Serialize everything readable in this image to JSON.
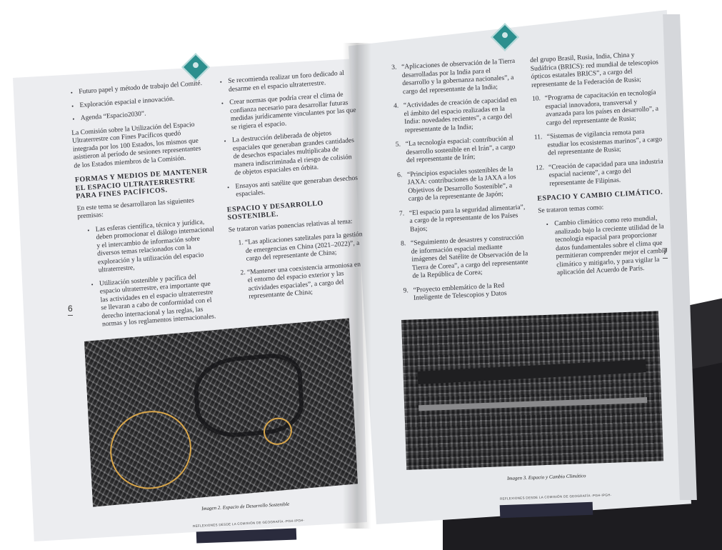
{
  "left_page": {
    "page_number": "6",
    "col1": {
      "bullets_top": [
        "Futuro papel y método de trabajo del Comité.",
        "Exploración espacial e innovación.",
        "Agenda “Espacio2030”."
      ],
      "para1": "La Comisión sobre la Utilización del Espacio Ultraterrestre con Fines Pacíficos quedó integrada por los 100 Estados, los mismos que asistieron al período de sesiones representantes de los Estados miembros de la Comisión.",
      "heading": "FORMAS Y MEDIOS DE MANTENER EL ESPACIO ULTRATERRESTRE PARA FINES PACÍFICOS.",
      "intro": "En este tema se desarrollaron las siguientes premisas:",
      "bullets": [
        "Las esferas científica, técnica y jurídica, deben promocionar el diálogo internacional y el intercambio de información sobre diversos temas relacionados con la exploración y la utilización del espacio ultraterrestre,",
        "Utilización sostenible y pacífica del espacio ultraterrestre, era importante que las actividades en el espacio ultraterrestre se llevaran a cabo de conformidad con el derecho internacional y las reglas, las normas y los reglamentos internacionales."
      ]
    },
    "col2": {
      "bullets": [
        "Se recomienda realizar un foro dedicado al desarme en el espacio ultraterrestre.",
        "Crear normas que podría crear el clima de confianza necesario para desarrollar futuras medidas jurídicamente vinculantes por las que se rigiera el espacio.",
        "La destrucción deliberada de objetos espaciales que generaban grandes cantidades de desechos espaciales multiplicaba de manera indiscriminada el riesgo de colisión de objetos espaciales en órbita.",
        "Ensayos anti satélite que generaban desechos espaciales."
      ],
      "heading": "ESPACIO Y DESARROLLO SOSTENIBLE.",
      "intro": "Se trataron varias ponencias relativas al tema:",
      "numbered": [
        "“Las aplicaciones satelitales para la gestión de emergencias en China (2021–2022)”, a cargo del representante de China;",
        "“Mantener una coexistencia armoniosa en el entorno del espacio exterior y las actividades espaciales”, a cargo del representante de China;"
      ]
    },
    "caption": "Imagen 2. Espacio de Desarrollo Sostenible",
    "footer": "REFLEXIONES DESDE LA COMISIÓN DE GEOGRAFÍA -PGH-IPGH-"
  },
  "right_page": {
    "page_number": "7",
    "col1": {
      "numbered": [
        {
          "n": "3.",
          "text": "“Aplicaciones de observación de la Tierra desarrolladas por la India para el desarrollo y la gobernanza nacionales”, a cargo del representante de la India;"
        },
        {
          "n": "4.",
          "text": "“Actividades de creación de capacidad en el ámbito del espacio realizadas en la India: novedades recientes”, a cargo del representante de la India;"
        },
        {
          "n": "5.",
          "text": "“La tecnología espacial: contribución al desarrollo sostenible en el Irán”, a cargo del representante de Irán;"
        },
        {
          "n": "6.",
          "text": "“Principios espaciales sostenibles de la JAXA: contribuciones de la JAXA a los Objetivos de Desarrollo Sostenible”, a cargo de la representante de Japón;"
        },
        {
          "n": "7.",
          "text": "“El espacio para la seguridad alimentaria”, a cargo de la representante de los Países Bajos;"
        },
        {
          "n": "8.",
          "text": "“Seguimiento de desastres y construcción de información espacial mediante imágenes del Satélite de Observación de la Tierra de Corea”, a cargo del representante de la República de Corea;"
        },
        {
          "n": "9.",
          "text": "“Proyecto emblemático de la Red Inteligente de Telescopios y Datos"
        }
      ]
    },
    "col2": {
      "cont": "del grupo Brasil, Rusia, India, China y Sudáfrica (BRICS): red mundial de telescopios ópticos estatales BRICS”, a cargo del representante de la Federación de Rusia;",
      "numbered": [
        {
          "n": "10.",
          "text": "“Programa de capacitación en tecnología espacial innovadora, transversal y avanzada para los países en desarrollo”, a cargo del representante de Rusia;"
        },
        {
          "n": "11.",
          "text": "“Sistemas de vigilancia remota para estudiar los ecosistemas marinos”, a cargo del representante de Rusia;"
        },
        {
          "n": "12.",
          "text": "“Creación de capacidad para una industria espacial naciente”, a cargo del representante de Filipinas."
        }
      ],
      "heading": "ESPACIO Y CAMBIO CLIMÁTICO.",
      "intro": "Se trataron temas como:",
      "bullets": [
        "Cambio climático como reto mundial, analizado bajo la creciente utilidad de la tecnología espacial para proporcionar datos fundamentales sobre el clima que permitieran comprender mejor el cambio climático y mitigarlo, y para vigilar la aplicación del Acuerdo de París."
      ]
    },
    "caption": "Imagen 3. Espacio y Cambio Climático",
    "footer": "REFLEXIONES DESDE LA COMISIÓN DE GEOGRAFÍA -PGH-IPGH-"
  },
  "colors": {
    "accent": "#2c8f8e",
    "footer_bar": "#2a2b3d",
    "ellipse": "#d9a64a"
  }
}
